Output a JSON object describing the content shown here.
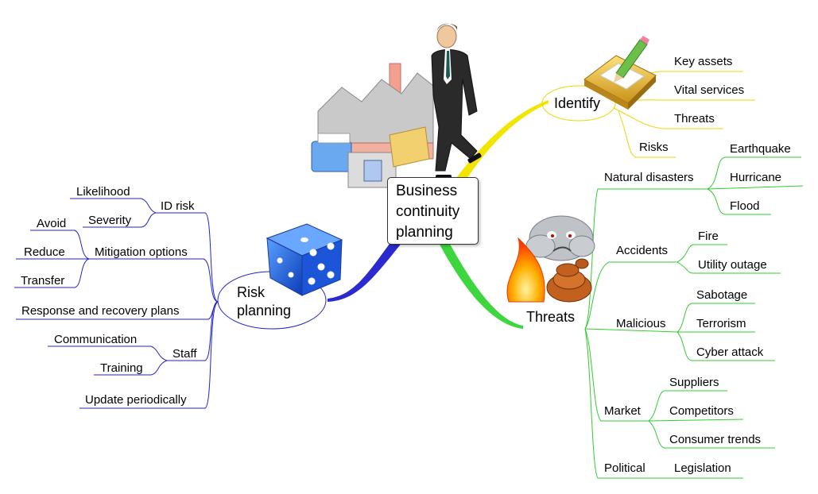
{
  "center": {
    "lines": [
      "Business",
      "continuity",
      "planning"
    ]
  },
  "identify": {
    "label": "Identify",
    "children": [
      "Key assets",
      "Vital services",
      "Threats",
      "Risks"
    ]
  },
  "threats": {
    "label": "Threats",
    "natural": {
      "label": "Natural disasters",
      "children": [
        "Earthquake",
        "Hurricane",
        "Flood"
      ]
    },
    "accidents": {
      "label": "Accidents",
      "children": [
        "Fire",
        "Utility outage"
      ]
    },
    "malicious": {
      "label": "Malicious",
      "children": [
        "Sabotage",
        "Terrorism",
        "Cyber attack"
      ]
    },
    "market": {
      "label": "Market",
      "children": [
        "Suppliers",
        "Competitors",
        "Consumer trends"
      ]
    },
    "political": {
      "label": "Political",
      "children": [
        "Legislation"
      ]
    }
  },
  "risk": {
    "label_lines": [
      "Risk",
      "planning"
    ],
    "id_risk": {
      "label": "ID risk",
      "children": [
        "Likelihood",
        "Severity"
      ]
    },
    "mitigation": {
      "label": "Mitigation options",
      "children": [
        "Avoid",
        "Reduce",
        "Transfer"
      ]
    },
    "response": "Response and recovery plans",
    "staff": {
      "label": "Staff",
      "children": [
        "Communication",
        "Training"
      ]
    },
    "update": "Update periodically"
  },
  "colors": {
    "identify": "#f0e000",
    "threats": "#33cc33",
    "risk": "#2222cc"
  },
  "icons": [
    "factory-icon",
    "businessman-icon",
    "notepad-pencil-icon",
    "storm-cloud-icon",
    "fire-icon",
    "snake-icon",
    "dice-icon"
  ]
}
